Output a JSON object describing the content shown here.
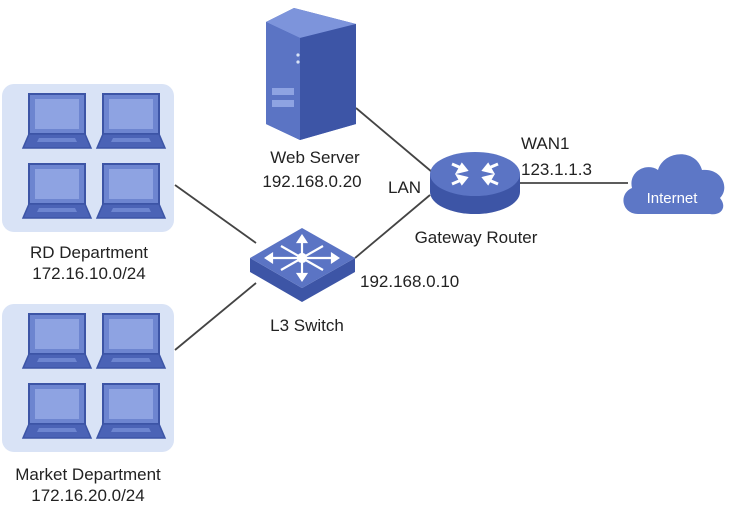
{
  "nodes": {
    "web_server": {
      "name": "Web Server",
      "ip": "192.168.0.20"
    },
    "gateway_router": {
      "name": "Gateway Router",
      "lan_label": "LAN",
      "wan_label": "WAN1",
      "wan_ip": "123.1.1.3"
    },
    "l3_switch": {
      "name": "L3 Switch",
      "ip": "192.168.0.10"
    },
    "internet": {
      "name": "Internet"
    },
    "rd_department": {
      "name": "RD Department",
      "subnet": "172.16.10.0/24",
      "laptop_count": 4
    },
    "market_department": {
      "name": "Market Department",
      "subnet": "172.16.20.0/24",
      "laptop_count": 4
    }
  },
  "colors": {
    "device_blue": "#5b74c4",
    "device_dark": "#3d55a6",
    "panel_bg": "#d9e3f6",
    "link_gray": "#444444",
    "cloud_blue": "#5d77c6"
  },
  "icons": {
    "server": "server-icon",
    "router": "router-icon",
    "switch": "switch-icon",
    "cloud": "cloud-icon",
    "laptop": "laptop-icon"
  }
}
